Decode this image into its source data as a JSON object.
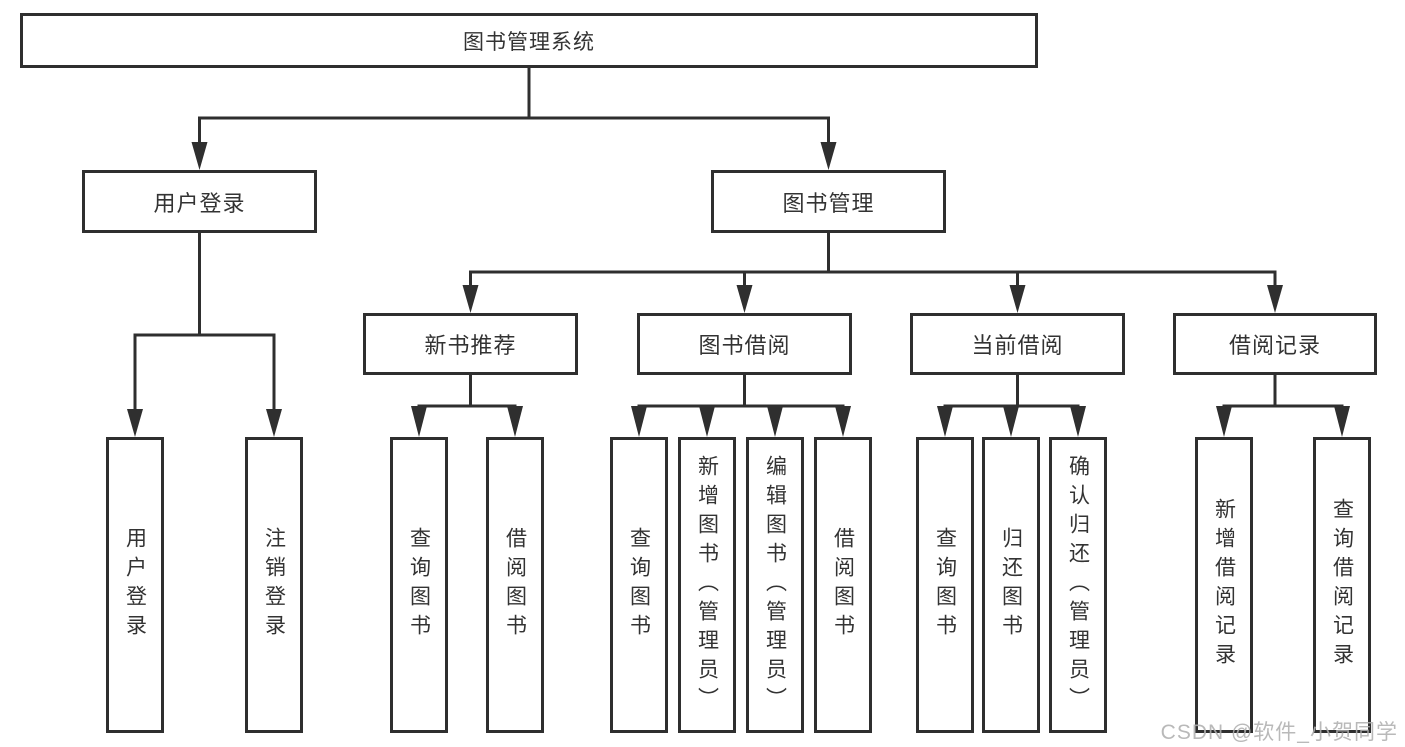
{
  "diagram": {
    "title": "图书管理系统",
    "branches": [
      {
        "label": "用户登录",
        "leaves": [
          {
            "label": "用户登录"
          },
          {
            "label": "注销登录"
          }
        ]
      },
      {
        "label": "图书管理",
        "groups": [
          {
            "label": "新书推荐",
            "leaves": [
              {
                "label": "查询图书"
              },
              {
                "label": "借阅图书"
              }
            ]
          },
          {
            "label": "图书借阅",
            "leaves": [
              {
                "label": "查询图书"
              },
              {
                "label": "新增图书（管理员）"
              },
              {
                "label": "编辑图书（管理员）"
              },
              {
                "label": "借阅图书"
              }
            ]
          },
          {
            "label": "当前借阅",
            "leaves": [
              {
                "label": "查询图书"
              },
              {
                "label": "归还图书"
              },
              {
                "label": "确认归还（管理员）"
              }
            ]
          },
          {
            "label": "借阅记录",
            "leaves": [
              {
                "label": "新增借阅记录"
              },
              {
                "label": "查询借阅记录"
              }
            ]
          }
        ]
      }
    ]
  },
  "watermark": {
    "text": "CSDN @软件_小贺同学"
  },
  "colors": {
    "line": "#2f2f2f",
    "box_border": "#2f2f2f",
    "text": "#333333",
    "background": "#ffffff",
    "watermark": "#afafaf"
  }
}
